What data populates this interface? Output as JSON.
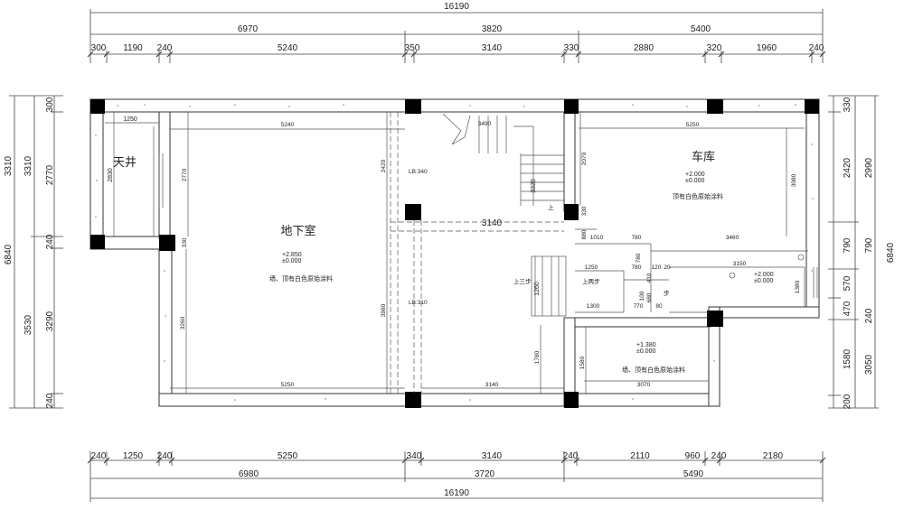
{
  "dims_top_total": "16190",
  "dims_top_mid": [
    "6970",
    "3820",
    "5400"
  ],
  "dims_top_detail": [
    "300",
    "1190",
    "240",
    "5240",
    "350",
    "3140",
    "330",
    "2880",
    "320",
    "1960",
    "240"
  ],
  "dims_bottom_detail": [
    "240",
    "1250",
    "240",
    "5250",
    "340",
    "3140",
    "240",
    "2110",
    "960",
    "240",
    "2180"
  ],
  "dims_bottom_mid": [
    "6980",
    "3720",
    "5490"
  ],
  "dims_bottom_total": "16190",
  "dims_left_outer": [
    "3310",
    "3530"
  ],
  "dims_left_total": "6840",
  "dims_left_inner": [
    "300",
    "2770",
    "240",
    "3290",
    "240"
  ],
  "dims_right_inner": [
    "330",
    "2420",
    "790",
    "570",
    "470",
    "1580",
    "200"
  ],
  "dims_right_mid": [
    "2990",
    "790",
    "240",
    "3050"
  ],
  "dims_right_total": "6840",
  "rooms": {
    "skywell": "天井",
    "basement": "地下室",
    "garage": "车库"
  },
  "notes": {
    "basement_elev": "+2.850",
    "basement_elev2": "±0.000",
    "basement_finish": "墙、顶有白色原始涂料",
    "garage_elev": "+2.000",
    "garage_elev2": "±0.000",
    "garage_finish": "顶有白色原始涂料",
    "mid_elev": "+2.000",
    "mid_elev2": "±0.000",
    "low_elev": "+1.380",
    "low_elev2": "±0.000",
    "low_finish": "墙、顶有白色原始涂料",
    "beam1": "LB:340",
    "beam2": "LB:310",
    "up_step": "上两步",
    "up_three": "上三步",
    "up": "上",
    "down": "步"
  },
  "inner_dims": {
    "skywell_w": "1250",
    "skywell_h": "2830",
    "skywell_h2": "2770",
    "basement_w": "5240",
    "basement_w_bottom": "5250",
    "basement_h": "3260",
    "basement_330": "330",
    "beam_h": "2420",
    "beam_h2": "3980",
    "stair_w": "3490",
    "stair_h": "3320",
    "stair_3140": "3140",
    "stair_bottom": "3140",
    "garage_w": "5250",
    "garage_h": "2070",
    "garage_h2": "3080",
    "g_330": "330",
    "g_1010": "1010",
    "g_780a": "780",
    "g_780b": "780",
    "g_3460": "3460",
    "g_880": "880",
    "g_1250": "1250",
    "g_780c": "780",
    "g_120": "120",
    "g_3150": "3150",
    "g_1380": "1380",
    "g_1260": "1260",
    "g_1300": "1300",
    "g_770": "770",
    "g_80": "80",
    "g_410": "410",
    "g_680": "680",
    "g_100": "100",
    "g_1780": "1780",
    "g_1580": "1580",
    "g_3070": "3070",
    "g_20": "20"
  }
}
